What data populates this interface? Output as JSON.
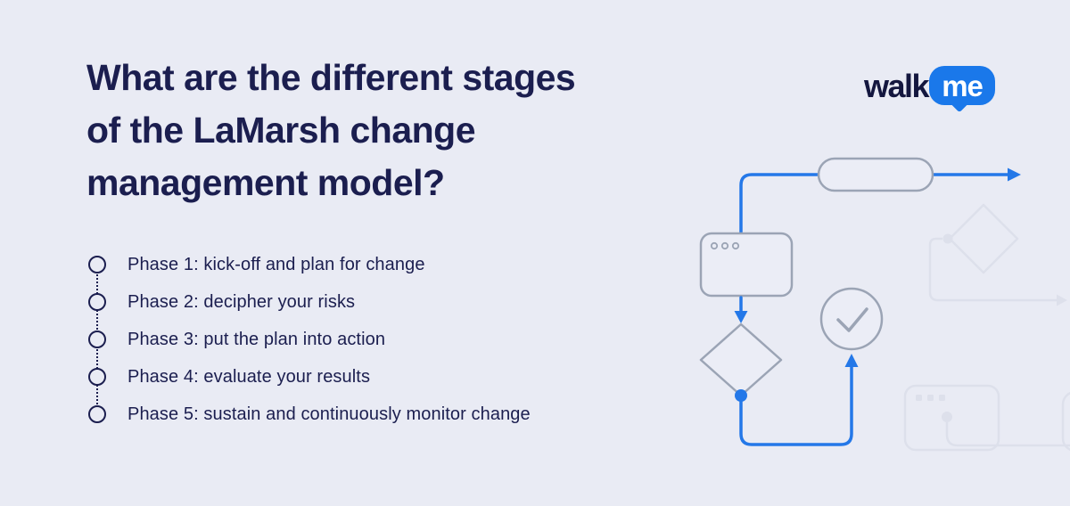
{
  "colors": {
    "background": "#e9ebf4",
    "navy": "#1b1e4f",
    "blue": "#2478e8",
    "gray_stroke": "#9ba4b5",
    "faint_stroke": "#dde0eb",
    "node_fill": "#ebedf6",
    "white": "#ffffff"
  },
  "heading": {
    "lines": [
      "What are the different stages",
      "of the LaMarsh change",
      "management model?"
    ]
  },
  "phases": {
    "items": [
      {
        "label": "Phase 1: kick-off and plan for change"
      },
      {
        "label": "Phase 2: decipher your risks"
      },
      {
        "label": "Phase 3: put the plan into action"
      },
      {
        "label": "Phase 4: evaluate your results"
      },
      {
        "label": "Phase 5: sustain and continuously monitor change"
      }
    ]
  },
  "logo": {
    "walk": "walk",
    "me": "me"
  }
}
